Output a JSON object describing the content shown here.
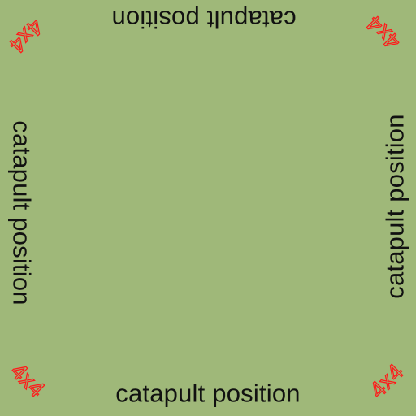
{
  "board": {
    "background_color": "#9fb879",
    "text_color": "#111111",
    "corner_text_color": "#ff1a1a",
    "edge_labels": {
      "top": "catapult position",
      "bottom": "catapult position",
      "left": "catapult position",
      "right": "catapult position"
    },
    "corner_labels": {
      "top_left": "4x4",
      "top_right": "4x4",
      "bottom_left": "4x4",
      "bottom_right": "4x4"
    }
  }
}
